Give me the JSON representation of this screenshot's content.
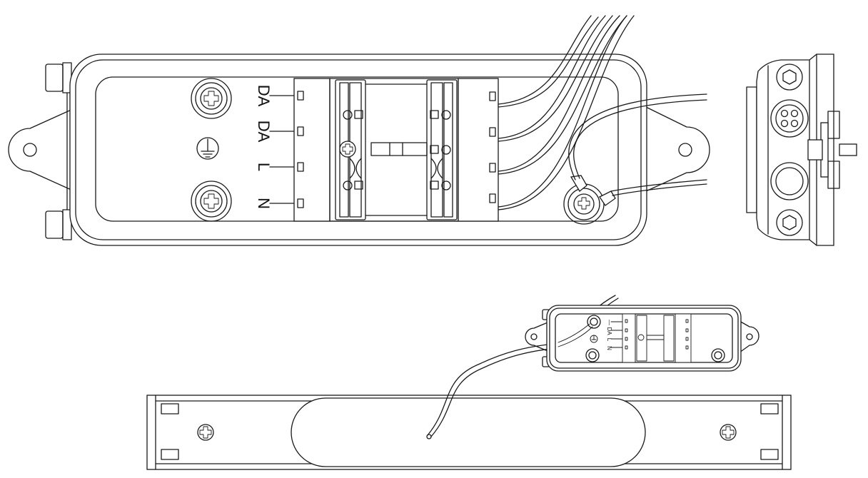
{
  "terminal_labels": [
    {
      "id": "da1",
      "text": "DA"
    },
    {
      "id": "da2",
      "text": "DA"
    },
    {
      "id": "l",
      "text": "L"
    },
    {
      "id": "n",
      "text": "N"
    }
  ],
  "mini_labels": {
    "dash": "—",
    "da": "DA",
    "l": "L",
    "n": "N"
  },
  "icons": {
    "ground": "ground-symbol-icon",
    "screw": "cross-screw-icon",
    "nut": "hex-nut-icon",
    "cable_gland": "cable-gland-icon"
  },
  "colors": {
    "line": "#1a1a1a",
    "background": "#ffffff"
  }
}
